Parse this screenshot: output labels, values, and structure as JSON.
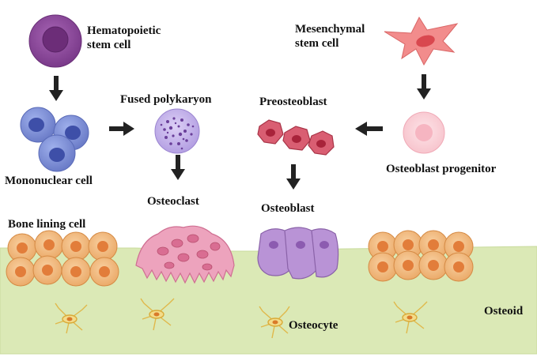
{
  "labels": {
    "hematopoietic": "Hematopoietic\nstem cell",
    "mesenchymal": "Mesenchymal\nstem cell",
    "fused_polykaryon": "Fused polykaryon",
    "preosteoblast": "Preosteoblast",
    "mononuclear": "Mononuclear cell",
    "osteoblast_progenitor": "Osteoblast progenitor",
    "osteoclast": "Osteoclast",
    "osteoblast": "Osteoblast",
    "bone_lining": "Bone lining cell",
    "osteocyte": "Osteocyte",
    "osteoid": "Osteoid"
  },
  "colors": {
    "osteoid": "#dce9b8",
    "hematopoietic": "#8e4a9b",
    "mononuclear": "#7f8fd6",
    "polykaryon": "#c9b9ee",
    "osteoclast": "#e99ab6",
    "mesenchymal": "#ef7f7f",
    "progenitor": "#fbd6dc",
    "preosteoblast": "#d85a6e",
    "osteoblast": "#b58ad0",
    "bone_lining": "#f6c08a",
    "osteocyte": "#f3e3a0",
    "arrow": "#222222"
  }
}
